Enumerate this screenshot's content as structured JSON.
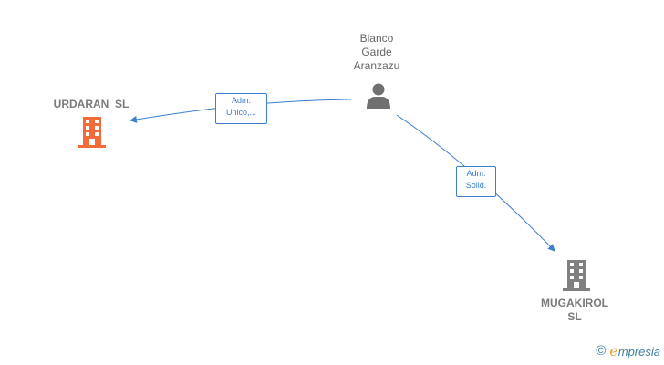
{
  "nodes": {
    "person": {
      "label_lines": [
        "Blanco",
        "Garde",
        "Aranzazu"
      ],
      "icon": "person-icon"
    },
    "company_1": {
      "label_lines": [
        "URDARAN  SL"
      ],
      "icon": "building-icon",
      "color": "#f26b38"
    },
    "company_2": {
      "label_lines": [
        "MUGAKIROL",
        "SL"
      ],
      "icon": "building-icon",
      "color": "#808080"
    }
  },
  "edges": [
    {
      "from": "person",
      "to": "company_1",
      "label_lines": [
        "Adm.",
        "Unico,..."
      ]
    },
    {
      "from": "person",
      "to": "company_2",
      "label_lines": [
        "Adm.",
        "Solid."
      ]
    }
  ],
  "colors": {
    "edge": "#3b7fd0",
    "person": "#707070"
  },
  "brand": {
    "copyright": "©",
    "first_letter": "e",
    "rest": "mpresia"
  }
}
